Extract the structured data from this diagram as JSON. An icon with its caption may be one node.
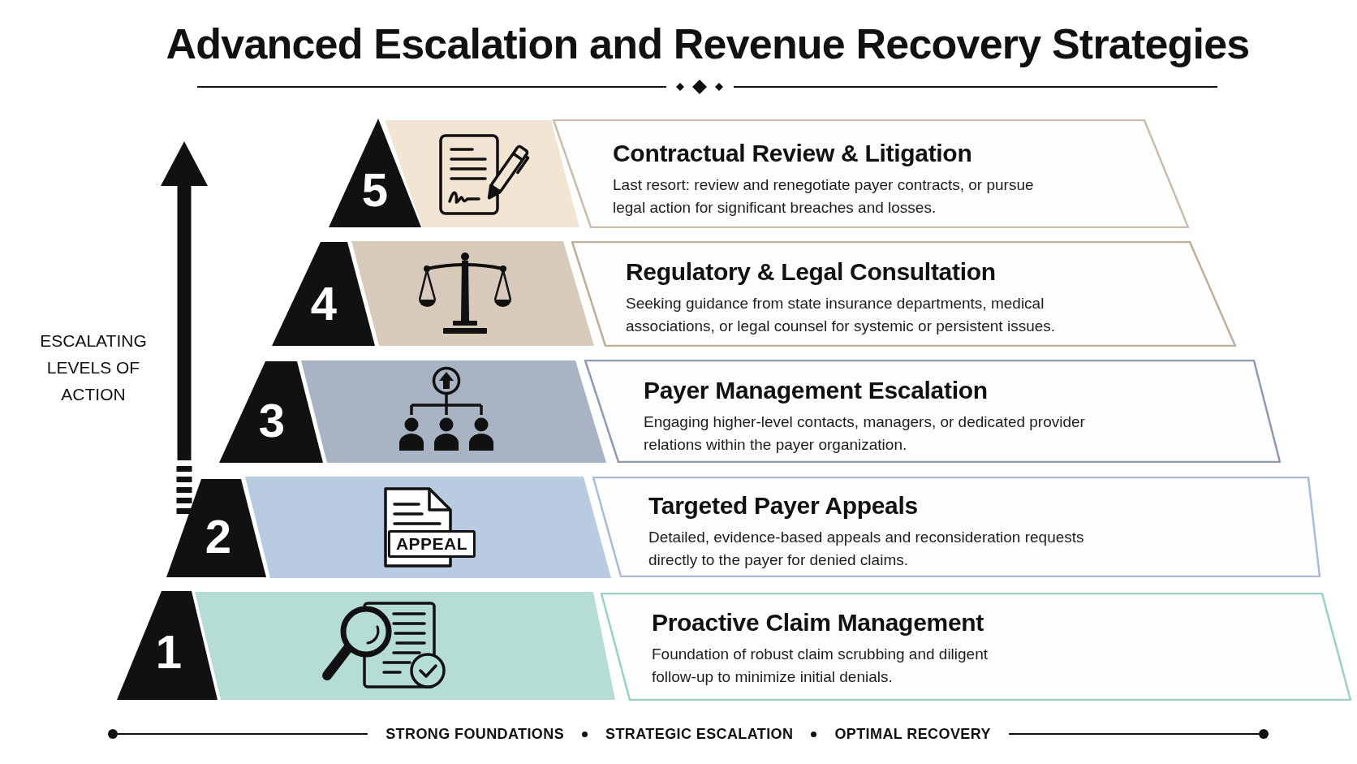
{
  "diagram": {
    "title": "Advanced Escalation and Revenue Recovery Strategies",
    "nodes": [
      {
        "text": [
          "5"
        ]
      },
      {
        "text": [],
        "shape": "picture"
      },
      {
        "text": [
          "Contractual Review & Litigation",
          "Last resort: review and renegotiate payer contracts, or pursue legal action for significant breaches and losses."
        ]
      },
      {
        "text": [
          "4"
        ]
      },
      {
        "text": [],
        "shape": "picture"
      },
      {
        "text": [
          "Regulatory & Legal Consultation",
          "Seeking guidance from state insurance departments, medical associations, or legal counsel for systemic or persistent issues."
        ]
      },
      {
        "text": [
          "3"
        ]
      },
      {
        "text": [],
        "shape": "picture"
      },
      {
        "text": [
          "Payer Management Escalation",
          "Engaging higher-level contacts, managers, or dedicated provider relations within the payer organization."
        ]
      },
      {
        "text": [
          "2"
        ]
      },
      {
        "text": [],
        "shape": "picture"
      },
      {
        "text": [
          "Targeted Payer Appeals",
          "Detailed, evidence-based appeals and reconsideration requests directly to the payer for denied claims."
        ]
      },
      {
        "text": [
          "1"
        ]
      },
      {
        "text": [],
        "shape": "picture"
      },
      {
        "text": [
          "Proactive Claim Management",
          "Foundation of robust claim scrubbing and diligent follow-up to minimize initial denials."
        ]
      }
    ],
    "labels": [
      "ESCALATING LEVELS OF ACTION",
      "APPEAL",
      "STRONG FOUNDATIONS",
      "STRATEGIC ESCALATION",
      "OPTIMAL RECOVERY"
    ]
  }
}
